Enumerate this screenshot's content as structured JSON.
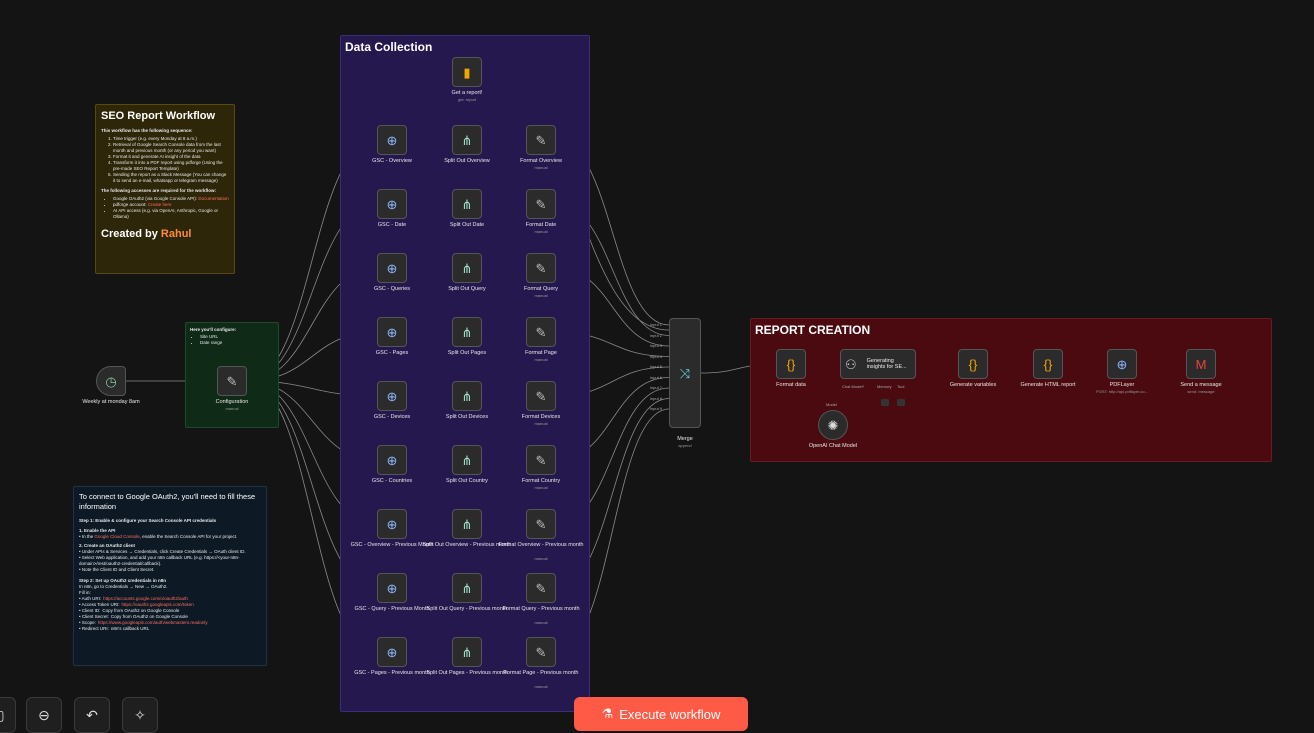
{
  "groups": {
    "data_collection": {
      "title": "Data Collection"
    },
    "report_creation": {
      "title": "REPORT CREATION"
    }
  },
  "sticky_seo": {
    "title": "SEO Report Workflow",
    "intro": "This workflow has the following sequence:",
    "steps": [
      "Time trigger (e.g. every Monday at 8 a.m.)",
      "Retrieval of Google Search Console data from the last month and previous month (or any period you want)",
      "Format it and generate AI insight of the data",
      "Transform it into a PDF report using pdforge (Using the pre-made SEO Report Template)",
      "Sending the report as a Slack Message (You can change it to send an e-mail, whatsapp or telegram message)"
    ],
    "access_title": "The following accesses are required for the workflow:",
    "access": [
      {
        "text": "Google OAuth2 (via Google Console API):",
        "link": "Documentation"
      },
      {
        "text": "pdforge account:",
        "link": "Create here"
      },
      {
        "text": "AI API access (e.g. via OpenAI, Anthropic, Google or Ollama)",
        "link": ""
      }
    ],
    "created_by": "Created by",
    "author": "Rahul"
  },
  "sticky_config": {
    "title": "Here you'll configure:",
    "items": [
      "Site URL",
      "Date range"
    ]
  },
  "sticky_oauth": {
    "title": "To connect to Google OAuth2, you'll need to fill these information",
    "step1": "Step 1: Enable & configure your Search Console API credentials",
    "s1a_title": "1. Enable the API",
    "s1a_pre": "• In the",
    "s1a_link": "Google Cloud Console",
    "s1a_post": ", enable the Search Console API for your project.",
    "s1b_title": "2. Create an OAuth2 client",
    "s1b_lines": [
      "• Under APIs & Services → Credentials, click Create Credentials → OAuth client ID.",
      "• Select Web application, and add your n8n callback URL (e.g. https://<your-n8n-domain>/rest/oauth2-credential/callback).",
      "• Note the Client ID and Client Secret."
    ],
    "step2": "Step 2: Set up OAuth2 credentials in n8n",
    "s2_lines": [
      "In n8n, go to Credentials → New → OAuth2.",
      "Fill in:"
    ],
    "fields": [
      {
        "k": "• Auth URI:",
        "v": "https://accounts.google.com/o/oauth2/auth",
        "red": true
      },
      {
        "k": "• Access Token URI:",
        "v": "https://oauth2.googleapis.com/token",
        "red": true
      },
      {
        "k": "• Client ID:",
        "v": "Copy from OAuth2 on Google Console",
        "red": false
      },
      {
        "k": "• Client Secret:",
        "v": "Copy from OAuth2 on Google Console",
        "red": false
      },
      {
        "k": "• Scope:",
        "v": "https://www.googleapis.com/auth/webmasters.readonly",
        "red": true
      },
      {
        "k": "• Redirect URI:",
        "v": "n8n's callback URL",
        "red": false
      }
    ]
  },
  "nodes": {
    "trigger": {
      "label": "Weekly at monday 8am"
    },
    "config": {
      "label": "Configuration",
      "sub": "manual"
    },
    "get_report": {
      "label": "Get a report!",
      "sub": "get: report"
    },
    "gsc": [
      {
        "label": "GSC - Overview"
      },
      {
        "label": "GSC - Date"
      },
      {
        "label": "GSC - Queries"
      },
      {
        "label": "GSC - Pages"
      },
      {
        "label": "GSC - Devices"
      },
      {
        "label": "GSC - Countries"
      },
      {
        "label": "GSC - Overview - Previous Month"
      },
      {
        "label": "GSC - Query - Previous Month"
      },
      {
        "label": "GSC - Pages - Previous month"
      }
    ],
    "split": [
      {
        "label": "Split Out Overview"
      },
      {
        "label": "Split Out Date"
      },
      {
        "label": "Split Out Query"
      },
      {
        "label": "Split Out Pages"
      },
      {
        "label": "Split Out Devices"
      },
      {
        "label": "Split Out Country"
      },
      {
        "label": "Split Out Overview - Previous month"
      },
      {
        "label": "Split Out Query - Previous month"
      },
      {
        "label": "Split Out Pages - Previous month"
      }
    ],
    "format": [
      {
        "label": "Format Overview",
        "sub": "manual"
      },
      {
        "label": "Format Date",
        "sub": "manual"
      },
      {
        "label": "Format Query",
        "sub": "manual"
      },
      {
        "label": "Format Page",
        "sub": "manual"
      },
      {
        "label": "Format Devices",
        "sub": "manual"
      },
      {
        "label": "Format Country",
        "sub": "manual"
      },
      {
        "label": "Format Overview - Previous month",
        "sub": "manual"
      },
      {
        "label": "Format Query - Previous month",
        "sub": "manual"
      },
      {
        "label": "Format Page - Previous month",
        "sub": "manual"
      }
    ],
    "merge": {
      "label": "Merge",
      "sub": "append",
      "inputs": [
        "input 1",
        "input 2",
        "input 3",
        "input 4",
        "input 5",
        "input 6",
        "input 7",
        "input 8",
        "input 9"
      ]
    },
    "format_data": {
      "label": "Format data"
    },
    "insights": {
      "label": "Generating insights for SE...",
      "chat": "Chat Model*",
      "memory": "Memory",
      "tool": "Tool"
    },
    "openai": {
      "label": "OpenAI Chat Model",
      "model": "Model"
    },
    "gen_vars": {
      "label": "Generate variables"
    },
    "gen_html": {
      "label": "Generate HTML report"
    },
    "pdflayer": {
      "label": "PDFLayer",
      "sub": "POST: http://api.pdflayer.co..."
    },
    "gmail": {
      "label": "Send a message",
      "sub": "send: message"
    }
  },
  "controls": {
    "zoom_out": "⊖",
    "undo": "↶",
    "tidy": "✧",
    "execute": "Execute workflow"
  },
  "colors": {
    "canvas": "#141414",
    "data_group": "#25184f",
    "report_group": "#4a0a0f",
    "accent": "#ff5a45"
  }
}
